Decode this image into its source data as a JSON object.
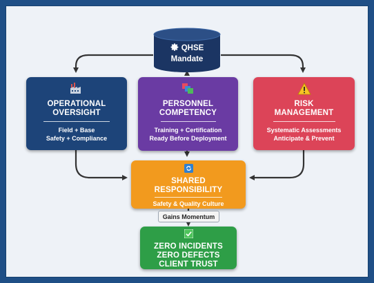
{
  "top": {
    "line1": "QHSE",
    "line2": "Mandate",
    "icon": "gear-icon"
  },
  "pillars": [
    {
      "title1": "OPERATIONAL",
      "title2": "OVERSIGHT",
      "detail1": "Field + Base",
      "detail2": "Safety + Compliance",
      "icon": "factory-icon",
      "color": "#1d4479"
    },
    {
      "title1": "PERSONNEL",
      "title2": "COMPETENCY",
      "detail1": "Training + Certification",
      "detail2": "Ready Before Deployment",
      "icon": "blocks-icon",
      "color": "#6a3ba3"
    },
    {
      "title1": "RISK",
      "title2": "MANAGEMENT",
      "detail1": "Systematic Assessments",
      "detail2": "Anticipate & Prevent",
      "icon": "warning-icon",
      "color": "#dc4458"
    }
  ],
  "shared": {
    "title1": "SHARED",
    "title2": "RESPONSIBILITY",
    "detail": "Safety & Quality Culture",
    "icon": "refresh-icon",
    "color": "#f29a1e"
  },
  "momentum": "Gains Momentum",
  "outcome": {
    "line1": "ZERO INCIDENTS",
    "line2": "ZERO DEFECTS",
    "line3": "CLIENT TRUST",
    "icon": "checkmark-icon",
    "color": "#2e9e47"
  }
}
